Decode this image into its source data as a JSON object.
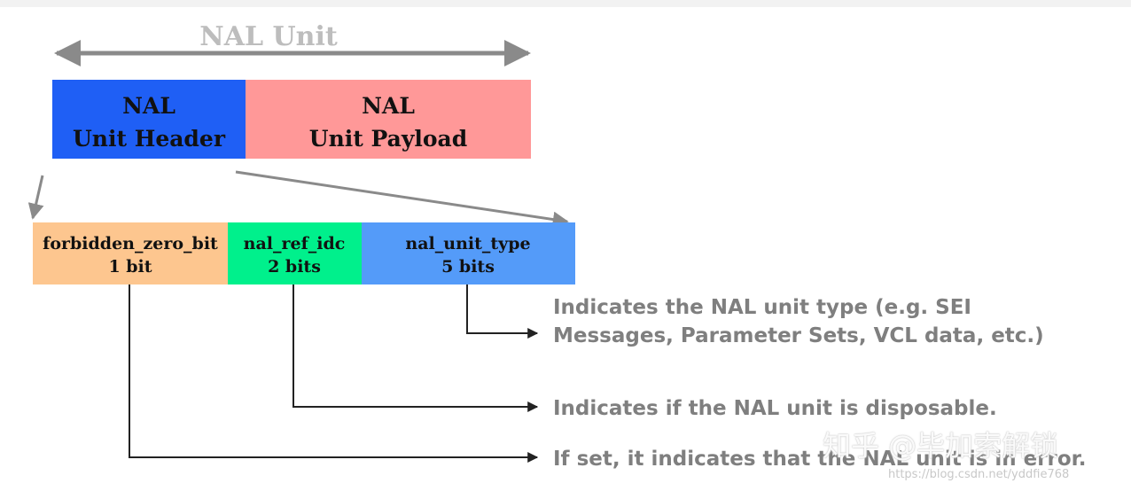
{
  "title": "NAL Unit",
  "top_boxes": {
    "header": {
      "line1": "NAL",
      "line2": "Unit Header",
      "color": "#1f5ff5"
    },
    "payload": {
      "line1": "NAL",
      "line2": "Unit Payload",
      "color": "#ff9898"
    }
  },
  "fields": [
    {
      "name": "forbidden_zero_bit",
      "bits": "1 bit",
      "color": "#fdc68f"
    },
    {
      "name": "nal_ref_idc",
      "bits": "2 bits",
      "color": "#00f08c"
    },
    {
      "name": "nal_unit_type",
      "bits": "5 bits",
      "color": "#549bf9"
    }
  ],
  "descriptions": {
    "type_line1": "Indicates the NAL unit type (e.g. SEI",
    "type_line2": "Messages, Parameter Sets, VCL data, etc.)",
    "ref_idc": "Indicates if the NAL unit is disposable.",
    "forbidden": "If set, it indicates that the NAL unit is in error."
  },
  "colors": {
    "title_text": "#bdbdbd",
    "arrow": "#8a8a8a",
    "description_text": "#7f7f7f",
    "line": "#222222"
  },
  "watermark": "知乎 @毕加索解锁",
  "url_mark": "https://blog.csdn.net/yddfie768"
}
